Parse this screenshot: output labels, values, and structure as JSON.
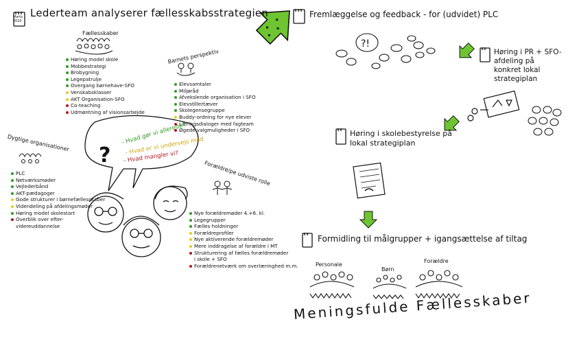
{
  "colors": {
    "green": "#2e9b1f",
    "yellow": "#e6cc1a",
    "red": "#b3151d",
    "arrow_green": "#6ec531",
    "ink": "#111111"
  },
  "left": {
    "date_note": "Marts 2020",
    "title": "Lederteam analyserer fællesskabsstrategien",
    "faellesskaber": {
      "heading": "Fællesskaber",
      "items": [
        {
          "text": "Høring model skole",
          "color": "green"
        },
        {
          "text": "Mobbestrategi",
          "color": "green"
        },
        {
          "text": "Brobygning",
          "color": "green"
        },
        {
          "text": "Legepatrulje",
          "color": "green"
        },
        {
          "text": "Overgang børnehave-SFO",
          "color": "green"
        },
        {
          "text": "Venskabsklasser",
          "color": "yellow"
        },
        {
          "text": "AKT Organisation-SFO",
          "color": "yellow"
        },
        {
          "text": "Co-teaching",
          "color": "red"
        },
        {
          "text": "Udmøntning af visionsarbejde",
          "color": "red"
        }
      ]
    },
    "barnets": {
      "heading": "Barnets perspektiv",
      "items": [
        {
          "text": "Elevsamtaler",
          "color": "green"
        },
        {
          "text": "Miljøråd",
          "color": "green"
        },
        {
          "text": "Afvekslende organisation i SFO",
          "color": "green"
        },
        {
          "text": "Elevstillertæver",
          "color": "green"
        },
        {
          "text": "Skolegensegruppe",
          "color": "green"
        },
        {
          "text": "Buddy-ordning for nye elever",
          "color": "yellow"
        },
        {
          "text": "Læringsdialoger med fagteam",
          "color": "red"
        },
        {
          "text": "Øgede valgmuligheder i SFO",
          "color": "red"
        }
      ]
    },
    "organisation": {
      "heading": "Dygtige organisationer",
      "items": [
        {
          "text": "PLC",
          "color": "green"
        },
        {
          "text": "Netværksmøder",
          "color": "green"
        },
        {
          "text": "Vejlederbånd",
          "color": "green"
        },
        {
          "text": "AKT-pædagoger",
          "color": "green"
        },
        {
          "text": "Gode strukturer i børnefællesskaber",
          "color": "yellow"
        },
        {
          "text": "Videndeling på afdelingsmøder",
          "color": "yellow"
        },
        {
          "text": "Høring model skolestart",
          "color": "green"
        },
        {
          "text": "Overblik over efter-",
          "color": "red"
        },
        {
          "text": "videreuddannelse",
          "color": "none"
        }
      ]
    },
    "foraeldre": {
      "heading": "Forældre/pe udviste rolle",
      "items": [
        {
          "text": "Nye forældremøder 4.+6. kl.",
          "color": "green"
        },
        {
          "text": "Legegrupper",
          "color": "green"
        },
        {
          "text": "Fælles holdninger",
          "color": "green"
        },
        {
          "text": "Forældreprofiler",
          "color": "yellow"
        },
        {
          "text": "Nye aktiverende forældremøder",
          "color": "yellow"
        },
        {
          "text": "Mere inddragelse af forældre i MT",
          "color": "yellow"
        },
        {
          "text": "Strukturering af fælles forældremøder",
          "color": "red"
        },
        {
          "text": "i skole + SFO",
          "color": "none"
        },
        {
          "text": "Forældrenetværk om overlæringhed m.m.",
          "color": "red"
        }
      ]
    },
    "questions": [
      {
        "text": "- Hvad gør vi allerede?",
        "color": "green"
      },
      {
        "text": "- Hvad er vi undervejs med",
        "color": "yellow"
      },
      {
        "text": "- Hvad mangler vi?",
        "color": "red"
      }
    ]
  },
  "right": {
    "step1": "Fremlæggelse og feedback - for (udvidet) PLC",
    "step2": "Høring i PR + SFO-afdeling på konkret lokal strategiplan",
    "step3": "Høring i skolebestyrelse på lokal strategiplan",
    "step4": "Formidling til målgrupper + igangsættelse af tiltag",
    "groups": [
      "Personale",
      "Børn",
      "Forældre"
    ],
    "footer": "Meningsfulde Fællesskaber"
  }
}
